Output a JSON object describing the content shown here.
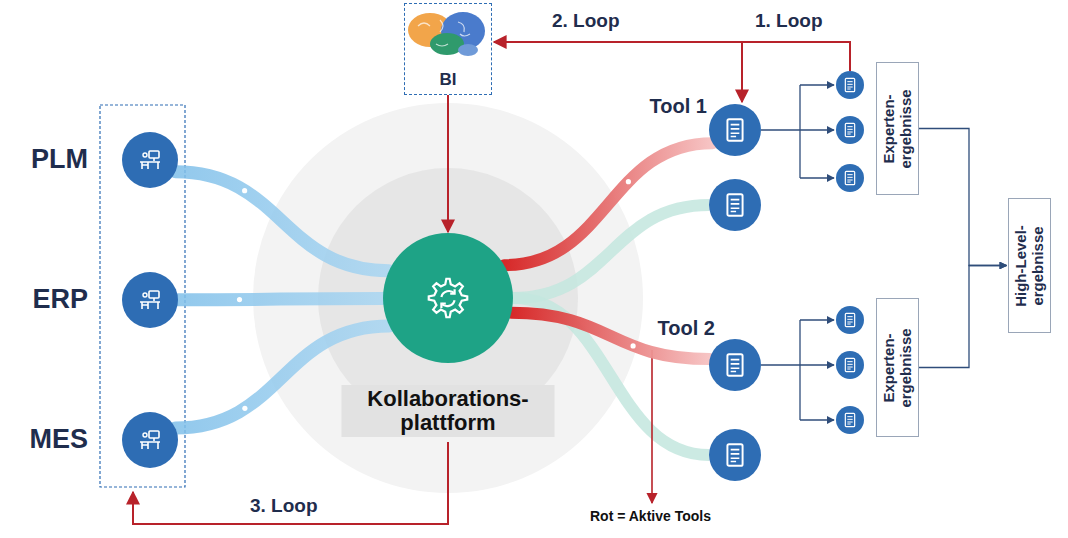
{
  "diagram": {
    "nodes": [
      {
        "text": [
          "PLM"
        ]
      },
      {
        "text": [
          "ERP"
        ]
      },
      {
        "text": [
          "MES"
        ]
      },
      {
        "text": [
          "BI"
        ]
      },
      {
        "text": [
          "Kollaborations- plattform"
        ]
      },
      {
        "text": [
          "Tool 1"
        ]
      },
      {
        "text": [
          "Tool 2"
        ]
      },
      {
        "text": [
          "Experten- ergebnisse"
        ]
      },
      {
        "text": [
          "Experten- ergebnisse"
        ]
      },
      {
        "text": [
          "High-Level- ergebnisse"
        ]
      }
    ],
    "edges": [
      {
        "from": 0,
        "to": 4,
        "arrow": "none"
      },
      {
        "from": 1,
        "to": 4,
        "arrow": "none"
      },
      {
        "from": 2,
        "to": 4,
        "arrow": "none"
      },
      {
        "from": 4,
        "to": 5,
        "arrow": "none"
      },
      {
        "from": 4,
        "to": 6,
        "arrow": "none"
      },
      {
        "from": 3,
        "to": 4,
        "arrow": "to"
      },
      {
        "from": 7,
        "to": 9,
        "arrow": "to"
      },
      {
        "from": 8,
        "to": 9,
        "arrow": "to"
      }
    ],
    "labels": [
      "1. Loop",
      "2. Loop",
      "3. Loop",
      "Rot = Aktive Tools"
    ]
  }
}
